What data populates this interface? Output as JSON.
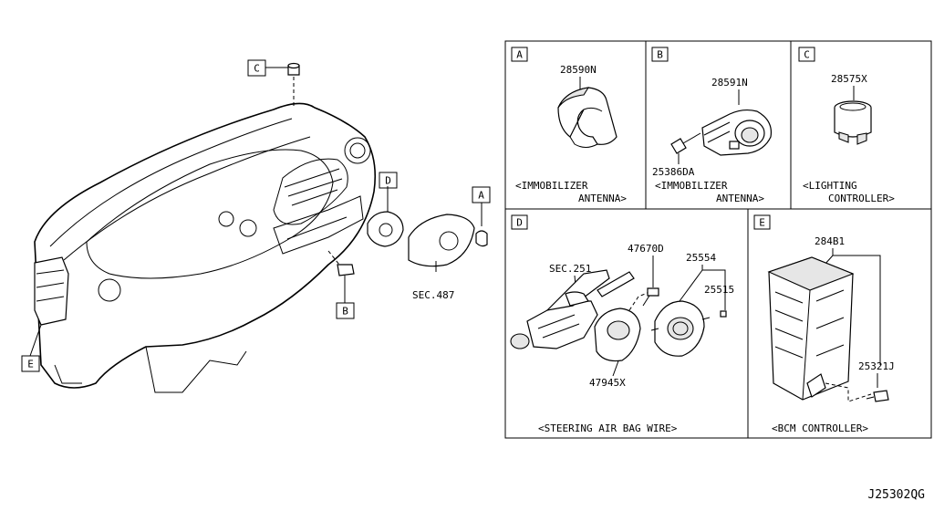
{
  "overview": {
    "callouts": [
      {
        "letter": "C"
      },
      {
        "letter": "D"
      },
      {
        "letter": "A"
      },
      {
        "letter": "B"
      },
      {
        "letter": "E"
      }
    ],
    "sec_label": "SEC.487"
  },
  "panels": {
    "a": {
      "letter": "A",
      "part": "28590N",
      "caption_1": "<IMMOBILIZER",
      "caption_2": "ANTENNA>"
    },
    "b": {
      "letter": "B",
      "part_1": "28591N",
      "part_2": "25386DA",
      "caption_1": "<IMMOBILIZER",
      "caption_2": "ANTENNA>"
    },
    "c": {
      "letter": "C",
      "part": "28575X",
      "caption_1": "<LIGHTING",
      "caption_2": "CONTROLLER>"
    },
    "d": {
      "letter": "D",
      "sec": "SEC.251",
      "part_1": "47670D",
      "part_2": "25554",
      "part_3": "25515",
      "part_4": "47945X",
      "caption": "<STEERING AIR BAG WIRE>"
    },
    "e": {
      "letter": "E",
      "part_1": "284B1",
      "part_2": "25321J",
      "caption": "<BCM CONTROLLER>"
    }
  },
  "figure_code": "J25302QG"
}
